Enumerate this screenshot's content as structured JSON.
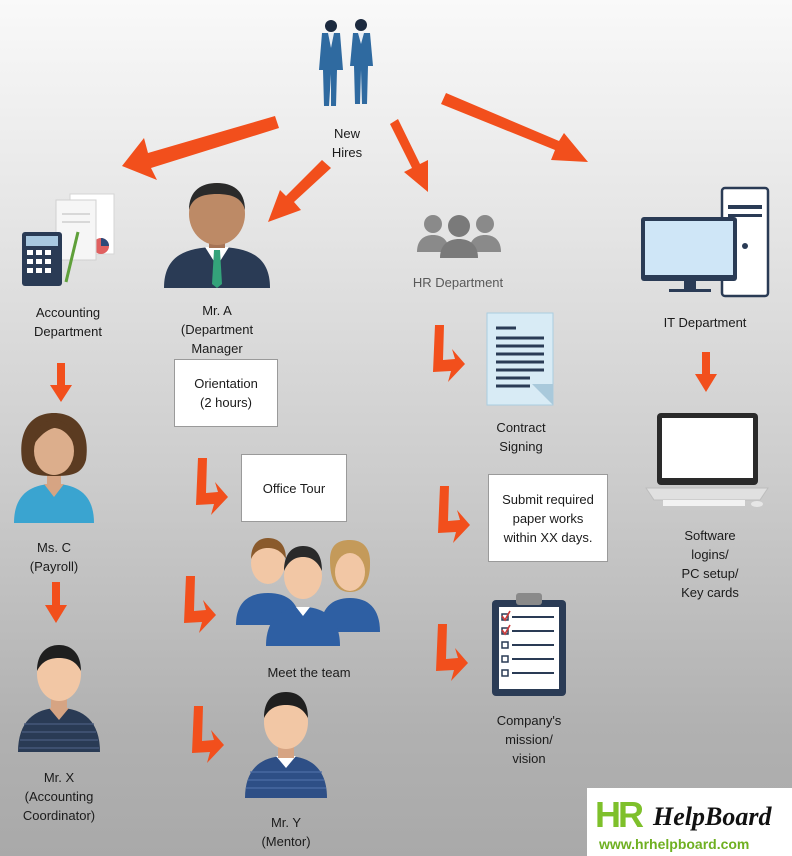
{
  "colors": {
    "arrow": "#f24f1c",
    "suit": "#2a3b55",
    "skin": "#f2c7a5",
    "gray_icon": "#8a8a8a",
    "logo_green": "#7ec02b"
  },
  "nodes": {
    "new_hires": "New\nHires",
    "accounting": "Accounting\nDepartment",
    "mr_a": "Mr. A\n(Department\nManager",
    "hr": "HR Department",
    "it": "IT Department",
    "ms_c": "Ms. C\n(Payroll)",
    "mr_x": "Mr. X\n(Accounting\nCoordinator)",
    "meet_team": "Meet the team",
    "mr_y": "Mr. Y\n(Mentor)",
    "contract": "Contract\nSigning",
    "mission": "Company's\nmission/\nvision",
    "software": "Software\nlogins/\nPC setup/\nKey cards"
  },
  "boxes": {
    "orientation": "Orientation\n(2 hours)",
    "office_tour": "Office Tour",
    "paperwork": "Submit required\npaper works\nwithin XX days."
  },
  "logo": {
    "hr": "HR",
    "name": "HelpBoard",
    "url": "www.hrhelpboard.com"
  },
  "icons": [
    "new-hires-icon",
    "accounting-icon",
    "manager-icon",
    "hr-group-icon",
    "computer-icon",
    "contract-icon",
    "woman-icon",
    "team-icon",
    "clipboard-icon",
    "laptop-icon",
    "coordinator-icon",
    "mentor-icon"
  ]
}
